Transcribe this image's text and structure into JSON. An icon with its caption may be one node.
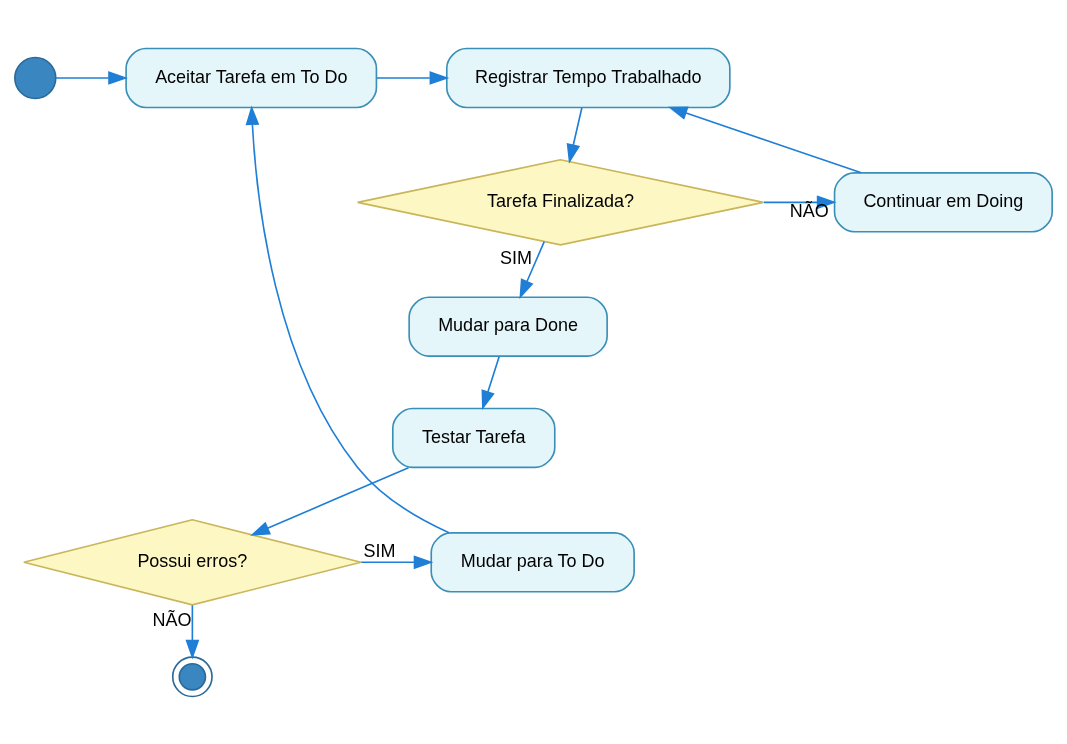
{
  "diagram": {
    "nodes": [
      {
        "text": [],
        "shape": "circle"
      },
      {
        "text": [
          "Aceitar Tarefa em To Do"
        ]
      },
      {
        "text": [
          "Registrar Tempo Trabalhado"
        ]
      },
      {
        "text": [
          "Tarefa Finalizada?"
        ]
      },
      {
        "text": [
          "Continuar em Doing"
        ]
      },
      {
        "text": [
          "Mudar para Done"
        ]
      },
      {
        "text": [
          "Testar Tarefa"
        ]
      },
      {
        "text": [
          "Possui erros?"
        ]
      },
      {
        "text": [
          "Mudar para To Do"
        ]
      },
      {
        "text": [],
        "shape": "circle"
      }
    ],
    "edges": [
      {
        "from": 0,
        "to": 1,
        "arrow": "to"
      },
      {
        "from": 1,
        "to": 2,
        "arrow": "to"
      },
      {
        "from": 2,
        "to": 3,
        "arrow": "to"
      },
      {
        "from": 3,
        "to": 4,
        "arrow": "to",
        "label": "NÃO"
      },
      {
        "from": 4,
        "to": 2,
        "arrow": "to"
      },
      {
        "from": 3,
        "to": 5,
        "arrow": "to",
        "label": "SIM"
      },
      {
        "from": 5,
        "to": 6,
        "arrow": "to"
      },
      {
        "from": 6,
        "to": 7,
        "arrow": "to"
      },
      {
        "from": 7,
        "to": 8,
        "arrow": "to",
        "label": "SIM"
      },
      {
        "from": 8,
        "to": 1,
        "arrow": "to"
      },
      {
        "from": 7,
        "to": 9,
        "arrow": "to",
        "label": "NÃO"
      }
    ]
  }
}
